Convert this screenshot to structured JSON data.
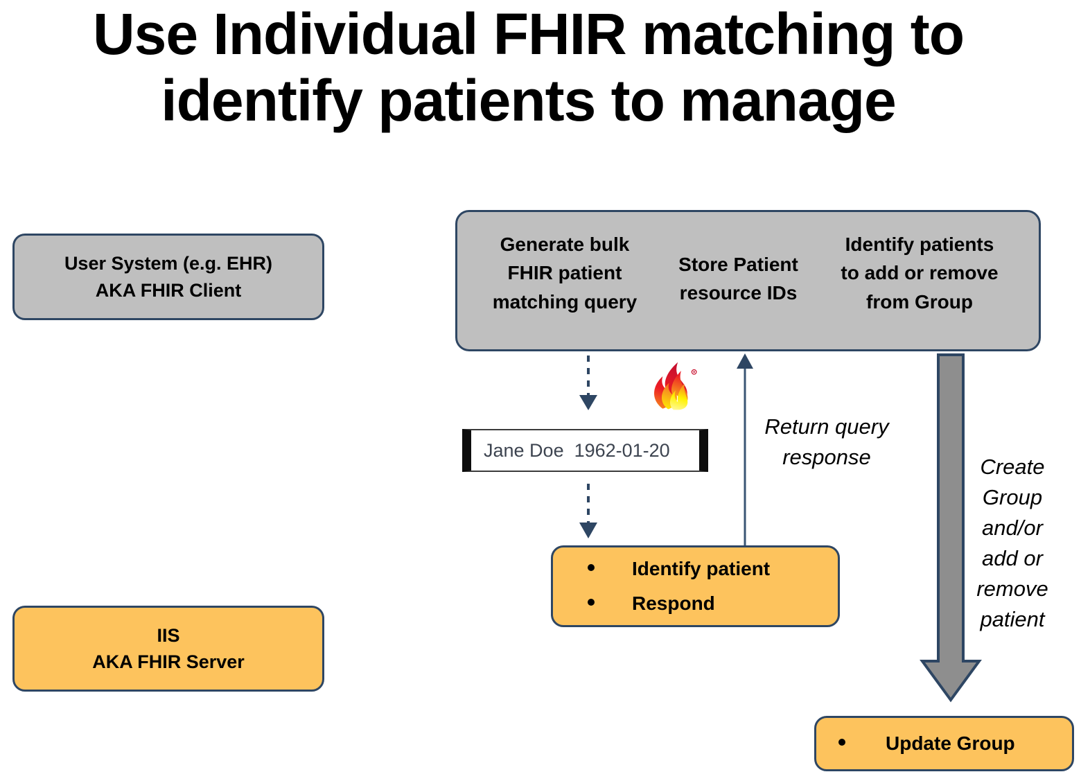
{
  "title": "Use Individual FHIR matching to\nidentify patients to manage",
  "colors": {
    "gray_fill": "#BFBFBF",
    "orange_fill": "#FDC35D",
    "border_navy": "#2E4663",
    "arrow_navy": "#2E4663",
    "text_black": "#000000",
    "record_text": "#3D4450"
  },
  "left_column": {
    "user_system": {
      "label": "User System (e.g. EHR)\nAKA FHIR Client",
      "fill": "gray"
    },
    "iis": {
      "label": "IIS\nAKA FHIR Server",
      "fill": "orange"
    }
  },
  "process_band": {
    "fill": "gray",
    "steps": [
      {
        "name": "generate",
        "label": "Generate bulk\nFHIR patient\nmatching query"
      },
      {
        "name": "store",
        "label": "Store Patient\nresource IDs"
      },
      {
        "name": "identify",
        "label": "Identify patients\nto add or remove\nfrom Group"
      }
    ]
  },
  "patient_record": {
    "label": "Jane Doe  1962-01-20",
    "name": "Jane Doe",
    "birth_date": "1962-01-20"
  },
  "server_actions": {
    "fill": "orange",
    "bullets": [
      "Identify patient",
      "Respond"
    ]
  },
  "group_action": {
    "fill": "orange",
    "bullets": [
      "Update Group"
    ]
  },
  "annotations": {
    "return_query": "Return query\nresponse",
    "create_group": "Create\nGroup\nand/or\nadd or\nremove\npatient"
  },
  "icons": {
    "fhir_flame": "fhir-flame-logo"
  }
}
